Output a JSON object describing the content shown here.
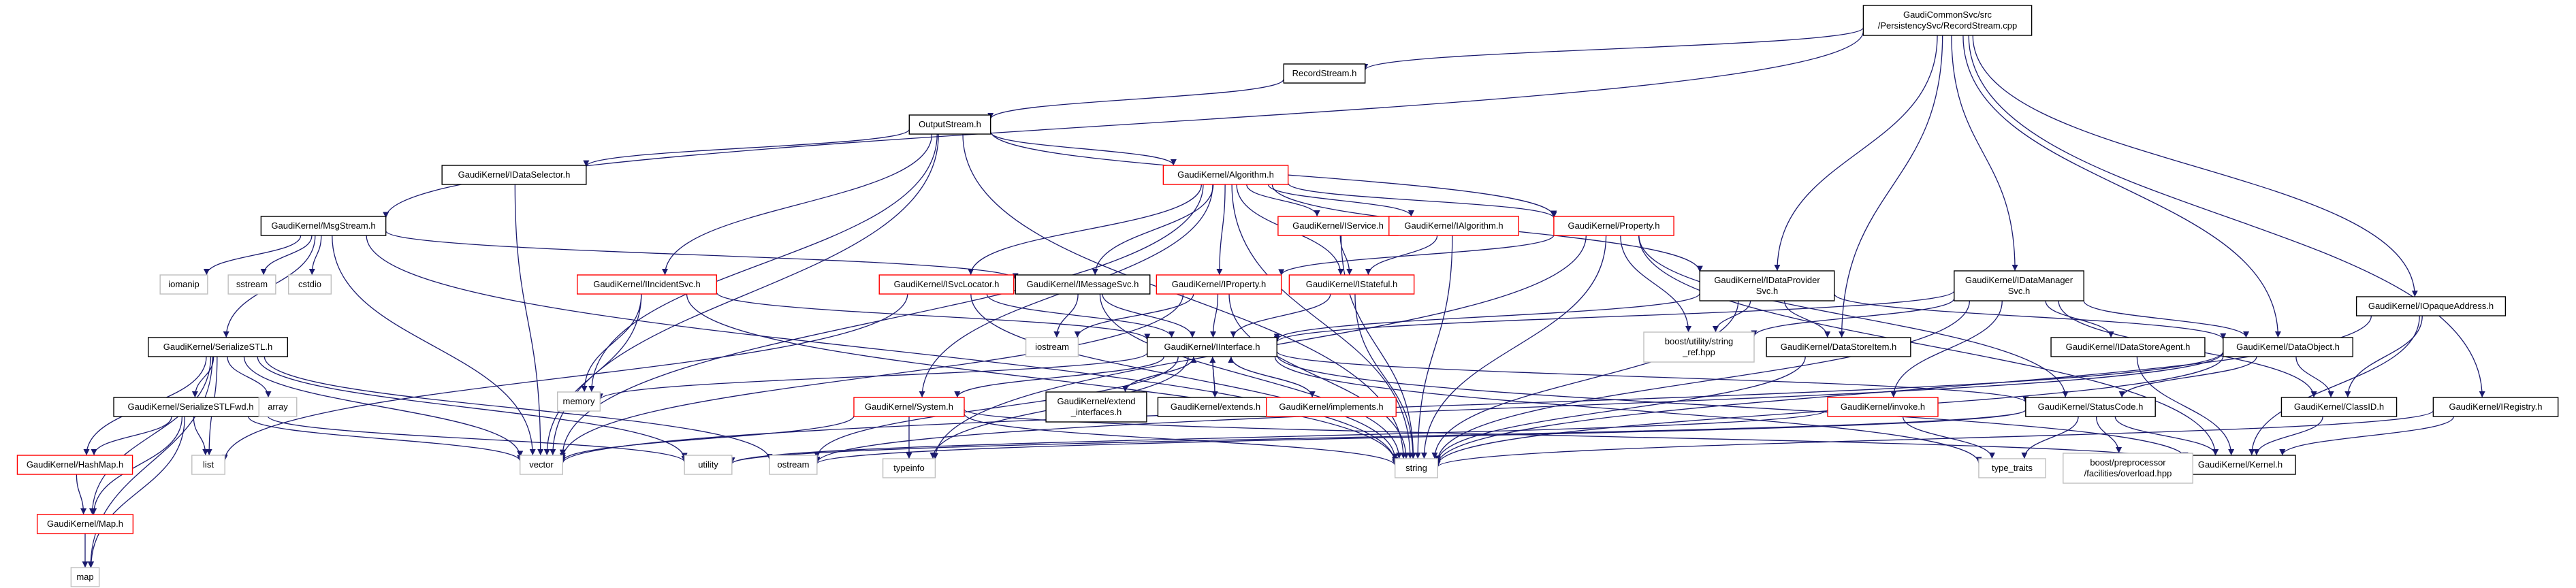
{
  "colors": {
    "edge": "#1a1a6e",
    "root_fill": "#bfbfbf",
    "border_default": "#000000",
    "border_incomplete": "#ff0000",
    "border_external": "#bfbfbf",
    "background": "#ffffff"
  },
  "nodes": [
    {
      "id": "root",
      "lines": [
        "GaudiCommonSvc/src",
        "/PersistencySvc/RecordStream.cpp"
      ],
      "style": "root"
    },
    {
      "id": "recordstream",
      "lines": [
        "RecordStream.h"
      ],
      "style": "default"
    },
    {
      "id": "outputstream",
      "lines": [
        "OutputStream.h"
      ],
      "style": "default"
    },
    {
      "id": "msgstream",
      "lines": [
        "GaudiKernel/MsgStream.h"
      ],
      "style": "default"
    },
    {
      "id": "idataselector",
      "lines": [
        "GaudiKernel/IDataSelector.h"
      ],
      "style": "default"
    },
    {
      "id": "algorithm",
      "lines": [
        "GaudiKernel/Algorithm.h"
      ],
      "style": "incomplete"
    },
    {
      "id": "iservice",
      "lines": [
        "GaudiKernel/IService.h"
      ],
      "style": "incomplete"
    },
    {
      "id": "ialgorithm",
      "lines": [
        "GaudiKernel/IAlgorithm.h"
      ],
      "style": "incomplete"
    },
    {
      "id": "property",
      "lines": [
        "GaudiKernel/Property.h"
      ],
      "style": "incomplete"
    },
    {
      "id": "idataprovidersvc",
      "lines": [
        "GaudiKernel/IDataProvider",
        "Svc.h"
      ],
      "style": "default"
    },
    {
      "id": "idatamanagersvc",
      "lines": [
        "GaudiKernel/IDataManager",
        "Svc.h"
      ],
      "style": "default"
    },
    {
      "id": "iopaqueaddress",
      "lines": [
        "GaudiKernel/IOpaqueAddress.h"
      ],
      "style": "default"
    },
    {
      "id": "iincidentsvc",
      "lines": [
        "GaudiKernel/IIncidentSvc.h"
      ],
      "style": "incomplete"
    },
    {
      "id": "isvclocator",
      "lines": [
        "GaudiKernel/ISvcLocator.h"
      ],
      "style": "incomplete"
    },
    {
      "id": "imessagesvc",
      "lines": [
        "GaudiKernel/IMessageSvc.h"
      ],
      "style": "default"
    },
    {
      "id": "iproperty",
      "lines": [
        "GaudiKernel/IProperty.h"
      ],
      "style": "incomplete"
    },
    {
      "id": "istateful",
      "lines": [
        "GaudiKernel/IStateful.h"
      ],
      "style": "incomplete"
    },
    {
      "id": "serializestl",
      "lines": [
        "GaudiKernel/SerializeSTL.h"
      ],
      "style": "default"
    },
    {
      "id": "iinterface",
      "lines": [
        "GaudiKernel/IInterface.h"
      ],
      "style": "default"
    },
    {
      "id": "datastoreitem",
      "lines": [
        "GaudiKernel/DataStoreItem.h"
      ],
      "style": "default"
    },
    {
      "id": "idatastoreagent",
      "lines": [
        "GaudiKernel/IDataStoreAgent.h"
      ],
      "style": "default"
    },
    {
      "id": "dataobject",
      "lines": [
        "GaudiKernel/DataObject.h"
      ],
      "style": "default"
    },
    {
      "id": "serializestlfwd",
      "lines": [
        "GaudiKernel/SerializeSTLFwd.h"
      ],
      "style": "default"
    },
    {
      "id": "system",
      "lines": [
        "GaudiKernel/System.h"
      ],
      "style": "incomplete"
    },
    {
      "id": "extend_interfaces",
      "lines": [
        "GaudiKernel/extend",
        "_interfaces.h"
      ],
      "style": "default"
    },
    {
      "id": "extends",
      "lines": [
        "GaudiKernel/extends.h"
      ],
      "style": "default"
    },
    {
      "id": "implements",
      "lines": [
        "GaudiKernel/implements.h"
      ],
      "style": "incomplete"
    },
    {
      "id": "invoke",
      "lines": [
        "GaudiKernel/invoke.h"
      ],
      "style": "incomplete"
    },
    {
      "id": "statuscode",
      "lines": [
        "GaudiKernel/StatusCode.h"
      ],
      "style": "default"
    },
    {
      "id": "classid",
      "lines": [
        "GaudiKernel/ClassID.h"
      ],
      "style": "default"
    },
    {
      "id": "iregistry",
      "lines": [
        "GaudiKernel/IRegistry.h"
      ],
      "style": "default"
    },
    {
      "id": "hashmap",
      "lines": [
        "GaudiKernel/HashMap.h"
      ],
      "style": "incomplete"
    },
    {
      "id": "mapnode",
      "lines": [
        "GaudiKernel/Map.h"
      ],
      "style": "incomplete"
    },
    {
      "id": "kernel",
      "lines": [
        "GaudiKernel/Kernel.h"
      ],
      "style": "default"
    },
    {
      "id": "iomanip",
      "lines": [
        "iomanip"
      ],
      "style": "external"
    },
    {
      "id": "sstream",
      "lines": [
        "sstream"
      ],
      "style": "external"
    },
    {
      "id": "cstdio",
      "lines": [
        "cstdio"
      ],
      "style": "external"
    },
    {
      "id": "iostream",
      "lines": [
        "iostream"
      ],
      "style": "external"
    },
    {
      "id": "memory",
      "lines": [
        "memory"
      ],
      "style": "external"
    },
    {
      "id": "array",
      "lines": [
        "array"
      ],
      "style": "external"
    },
    {
      "id": "list",
      "lines": [
        "list"
      ],
      "style": "external"
    },
    {
      "id": "vector",
      "lines": [
        "vector"
      ],
      "style": "external"
    },
    {
      "id": "utility",
      "lines": [
        "utility"
      ],
      "style": "external"
    },
    {
      "id": "ostream",
      "lines": [
        "ostream"
      ],
      "style": "external"
    },
    {
      "id": "typeinfo",
      "lines": [
        "typeinfo"
      ],
      "style": "external"
    },
    {
      "id": "string",
      "lines": [
        "string"
      ],
      "style": "external"
    },
    {
      "id": "boost_string_ref",
      "lines": [
        "boost/utility/string",
        "_ref.hpp"
      ],
      "style": "external"
    },
    {
      "id": "type_traits",
      "lines": [
        "type_traits"
      ],
      "style": "external"
    },
    {
      "id": "boost_overload",
      "lines": [
        "boost/preprocessor",
        "/facilities/overload.hpp"
      ],
      "style": "external"
    },
    {
      "id": "map",
      "lines": [
        "map"
      ],
      "style": "external"
    }
  ],
  "edges": [
    [
      "root",
      "recordstream"
    ],
    [
      "root",
      "msgstream"
    ],
    [
      "root",
      "idataprovidersvc"
    ],
    [
      "root",
      "idatamanagersvc"
    ],
    [
      "root",
      "datastoreitem"
    ],
    [
      "root",
      "dataobject"
    ],
    [
      "root",
      "iopaqueaddress"
    ],
    [
      "root",
      "iregistry"
    ],
    [
      "recordstream",
      "outputstream"
    ],
    [
      "outputstream",
      "idataselector"
    ],
    [
      "outputstream",
      "algorithm"
    ],
    [
      "outputstream",
      "property"
    ],
    [
      "outputstream",
      "iincidentsvc"
    ],
    [
      "outputstream",
      "memory"
    ],
    [
      "outputstream",
      "vector"
    ],
    [
      "outputstream",
      "string"
    ],
    [
      "msgstream",
      "imessagesvc"
    ],
    [
      "msgstream",
      "serializestl"
    ],
    [
      "msgstream",
      "iomanip"
    ],
    [
      "msgstream",
      "sstream"
    ],
    [
      "msgstream",
      "cstdio"
    ],
    [
      "msgstream",
      "vector"
    ],
    [
      "msgstream",
      "string"
    ],
    [
      "idataselector",
      "vector"
    ],
    [
      "algorithm",
      "iservice"
    ],
    [
      "algorithm",
      "ialgorithm"
    ],
    [
      "algorithm",
      "property"
    ],
    [
      "algorithm",
      "idataprovidersvc"
    ],
    [
      "algorithm",
      "isvclocator"
    ],
    [
      "algorithm",
      "imessagesvc"
    ],
    [
      "algorithm",
      "iproperty"
    ],
    [
      "algorithm",
      "istateful"
    ],
    [
      "algorithm",
      "system"
    ],
    [
      "algorithm",
      "vector"
    ],
    [
      "algorithm",
      "string"
    ],
    [
      "iservice",
      "istateful"
    ],
    [
      "iservice",
      "string"
    ],
    [
      "ialgorithm",
      "istateful"
    ],
    [
      "ialgorithm",
      "string"
    ],
    [
      "property",
      "iproperty"
    ],
    [
      "property",
      "boost_string_ref"
    ],
    [
      "property",
      "string"
    ],
    [
      "property",
      "kernel"
    ],
    [
      "property",
      "statuscode"
    ],
    [
      "property",
      "typeinfo"
    ],
    [
      "idataprovidersvc",
      "iinterface"
    ],
    [
      "idataprovidersvc",
      "datastoreitem"
    ],
    [
      "idataprovidersvc",
      "dataobject"
    ],
    [
      "idataprovidersvc",
      "boost_string_ref"
    ],
    [
      "idataprovidersvc",
      "string"
    ],
    [
      "idatamanagersvc",
      "iinterface"
    ],
    [
      "idatamanagersvc",
      "idatastoreagent"
    ],
    [
      "idatamanagersvc",
      "dataobject"
    ],
    [
      "idatamanagersvc",
      "classid"
    ],
    [
      "idatamanagersvc",
      "boost_string_ref"
    ],
    [
      "idatamanagersvc",
      "string"
    ],
    [
      "idatamanagersvc",
      "invoke"
    ],
    [
      "iopaqueaddress",
      "classid"
    ],
    [
      "iopaqueaddress",
      "kernel"
    ],
    [
      "iopaqueaddress",
      "string"
    ],
    [
      "iincidentsvc",
      "iinterface"
    ],
    [
      "iincidentsvc",
      "memory"
    ],
    [
      "iincidentsvc",
      "vector"
    ],
    [
      "iincidentsvc",
      "string"
    ],
    [
      "isvclocator",
      "iinterface"
    ],
    [
      "isvclocator",
      "list"
    ],
    [
      "isvclocator",
      "string"
    ],
    [
      "imessagesvc",
      "iinterface"
    ],
    [
      "imessagesvc",
      "iostream"
    ],
    [
      "imessagesvc",
      "string"
    ],
    [
      "iproperty",
      "iinterface"
    ],
    [
      "iproperty",
      "iostream"
    ],
    [
      "iproperty",
      "vector"
    ],
    [
      "iproperty",
      "string"
    ],
    [
      "istateful",
      "iinterface"
    ],
    [
      "istateful",
      "string"
    ],
    [
      "serializestl",
      "serializestlfwd"
    ],
    [
      "serializestl",
      "hashmap"
    ],
    [
      "serializestl",
      "mapnode"
    ],
    [
      "serializestl",
      "array"
    ],
    [
      "serializestl",
      "list"
    ],
    [
      "serializestl",
      "vector"
    ],
    [
      "serializestl",
      "utility"
    ],
    [
      "serializestl",
      "ostream"
    ],
    [
      "serializestl",
      "map"
    ],
    [
      "iinterface",
      "extend_interfaces"
    ],
    [
      "iinterface",
      "extends"
    ],
    [
      "iinterface",
      "implements"
    ],
    [
      "iinterface",
      "system"
    ],
    [
      "iinterface",
      "statuscode"
    ],
    [
      "iinterface",
      "kernel"
    ],
    [
      "iinterface",
      "ostream"
    ],
    [
      "iinterface",
      "type_traits"
    ],
    [
      "iinterface",
      "typeinfo"
    ],
    [
      "iinterface",
      "memory"
    ],
    [
      "extend_interfaces",
      "iinterface"
    ],
    [
      "extends",
      "iinterface"
    ],
    [
      "implements",
      "iinterface"
    ],
    [
      "datastoreitem",
      "string"
    ],
    [
      "idatastoreagent",
      "kernel"
    ],
    [
      "dataobject",
      "classid"
    ],
    [
      "dataobject",
      "statuscode"
    ],
    [
      "dataobject",
      "string"
    ],
    [
      "dataobject",
      "ostream"
    ],
    [
      "dataobject",
      "vector"
    ],
    [
      "serializestlfwd",
      "hashmap"
    ],
    [
      "serializestlfwd",
      "mapnode"
    ],
    [
      "serializestlfwd",
      "list"
    ],
    [
      "serializestlfwd",
      "vector"
    ],
    [
      "serializestlfwd",
      "utility"
    ],
    [
      "serializestlfwd",
      "map"
    ],
    [
      "system",
      "typeinfo"
    ],
    [
      "system",
      "string"
    ],
    [
      "system",
      "vector"
    ],
    [
      "system",
      "kernel"
    ],
    [
      "invoke",
      "utility"
    ],
    [
      "invoke",
      "type_traits"
    ],
    [
      "statuscode",
      "boost_overload"
    ],
    [
      "statuscode",
      "kernel"
    ],
    [
      "statuscode",
      "type_traits"
    ],
    [
      "statuscode",
      "ostream"
    ],
    [
      "statuscode",
      "utility"
    ],
    [
      "classid",
      "kernel"
    ],
    [
      "iregistry",
      "kernel"
    ],
    [
      "iregistry",
      "string"
    ],
    [
      "hashmap",
      "mapnode"
    ],
    [
      "mapnode",
      "map"
    ]
  ]
}
